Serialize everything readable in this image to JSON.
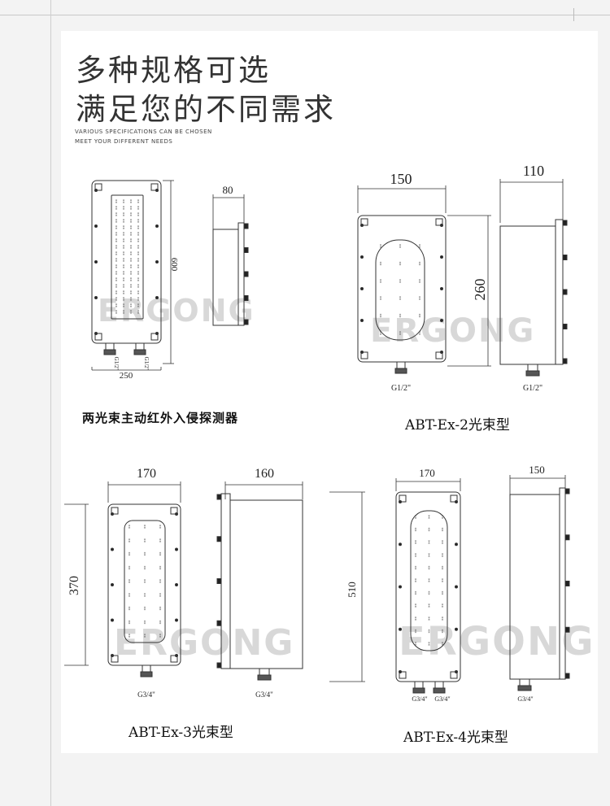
{
  "header": {
    "title_line1": "多种规格可选",
    "title_line2": "满足您的不同需求",
    "subtitle_line1": "VARIOUS SPECIFICATIONS CAN BE CHOSEN",
    "subtitle_line2": "MEET YOUR DIFFERENT NEEDS"
  },
  "watermark": "ERGONG",
  "products": [
    {
      "caption": "两光束主动红外入侵探测器",
      "width": "250",
      "height": "600",
      "depth": "80",
      "ports": [
        "G1/2\"",
        "G1/2\""
      ]
    },
    {
      "caption": "ABT-Ex-2光束型",
      "width": "150",
      "height": "260",
      "depth": "110",
      "ports": [
        "G1/2\""
      ],
      "side_port": "G1/2\""
    },
    {
      "caption": "ABT-Ex-3光束型",
      "width": "170",
      "height": "370",
      "depth": "160",
      "ports": [
        "G3/4\""
      ],
      "side_port": "G3/4\""
    },
    {
      "caption": "ABT-Ex-4光束型",
      "width": "170",
      "height": "510",
      "depth": "150",
      "ports": [
        "G3/4\"",
        "G3/4\""
      ],
      "side_port": "G3/4\""
    }
  ]
}
